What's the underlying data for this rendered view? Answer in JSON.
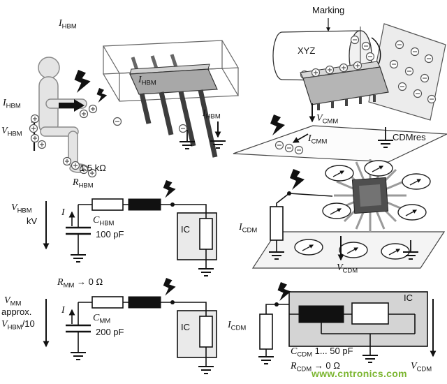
{
  "labels": {
    "I_HBM": {
      "sym": "I",
      "sub": "HBM"
    },
    "V_HBM": {
      "sym": "V",
      "sub": "HBM"
    },
    "R_HBM": {
      "sym": "R",
      "sub": "HBM"
    },
    "C_HBM": {
      "sym": "C",
      "sub": "HBM"
    },
    "V_CMM": {
      "sym": "V",
      "sub": "CMM"
    },
    "I_CMM": {
      "sym": "I",
      "sub": "CMM"
    },
    "I_CDM": {
      "sym": "I",
      "sub": "CDM"
    },
    "V_CDM": {
      "sym": "V",
      "sub": "CDM"
    },
    "C_CDM": {
      "sym": "C",
      "sub": "CDM"
    },
    "R_CDM": {
      "sym": "R",
      "sub": "CDM"
    },
    "R_MM": {
      "sym": "R",
      "sub": "MM"
    },
    "C_MM": {
      "sym": "C",
      "sub": "MM"
    },
    "V_MM": {
      "sym": "V",
      "sub": "MM"
    },
    "I": {
      "sym": "I"
    }
  },
  "texts": {
    "marking": "Marking",
    "cylinder_marking": "XYZ",
    "hbm_resistor_value": "1.5 kΩ",
    "hbm_cap_value": "100 pF",
    "hbm_unit": "kV",
    "ic": "IC",
    "cdm_resistor": "CDMres",
    "approx": "approx.",
    "div_ten": "/10",
    "to_zero_ohm": " → 0 Ω",
    "mm_cap_value": "200 pF",
    "cdm_cap_value": " 1... 50 pF"
  },
  "watermark": {
    "text": "www.cntronics.com",
    "color": "#7cb631"
  }
}
